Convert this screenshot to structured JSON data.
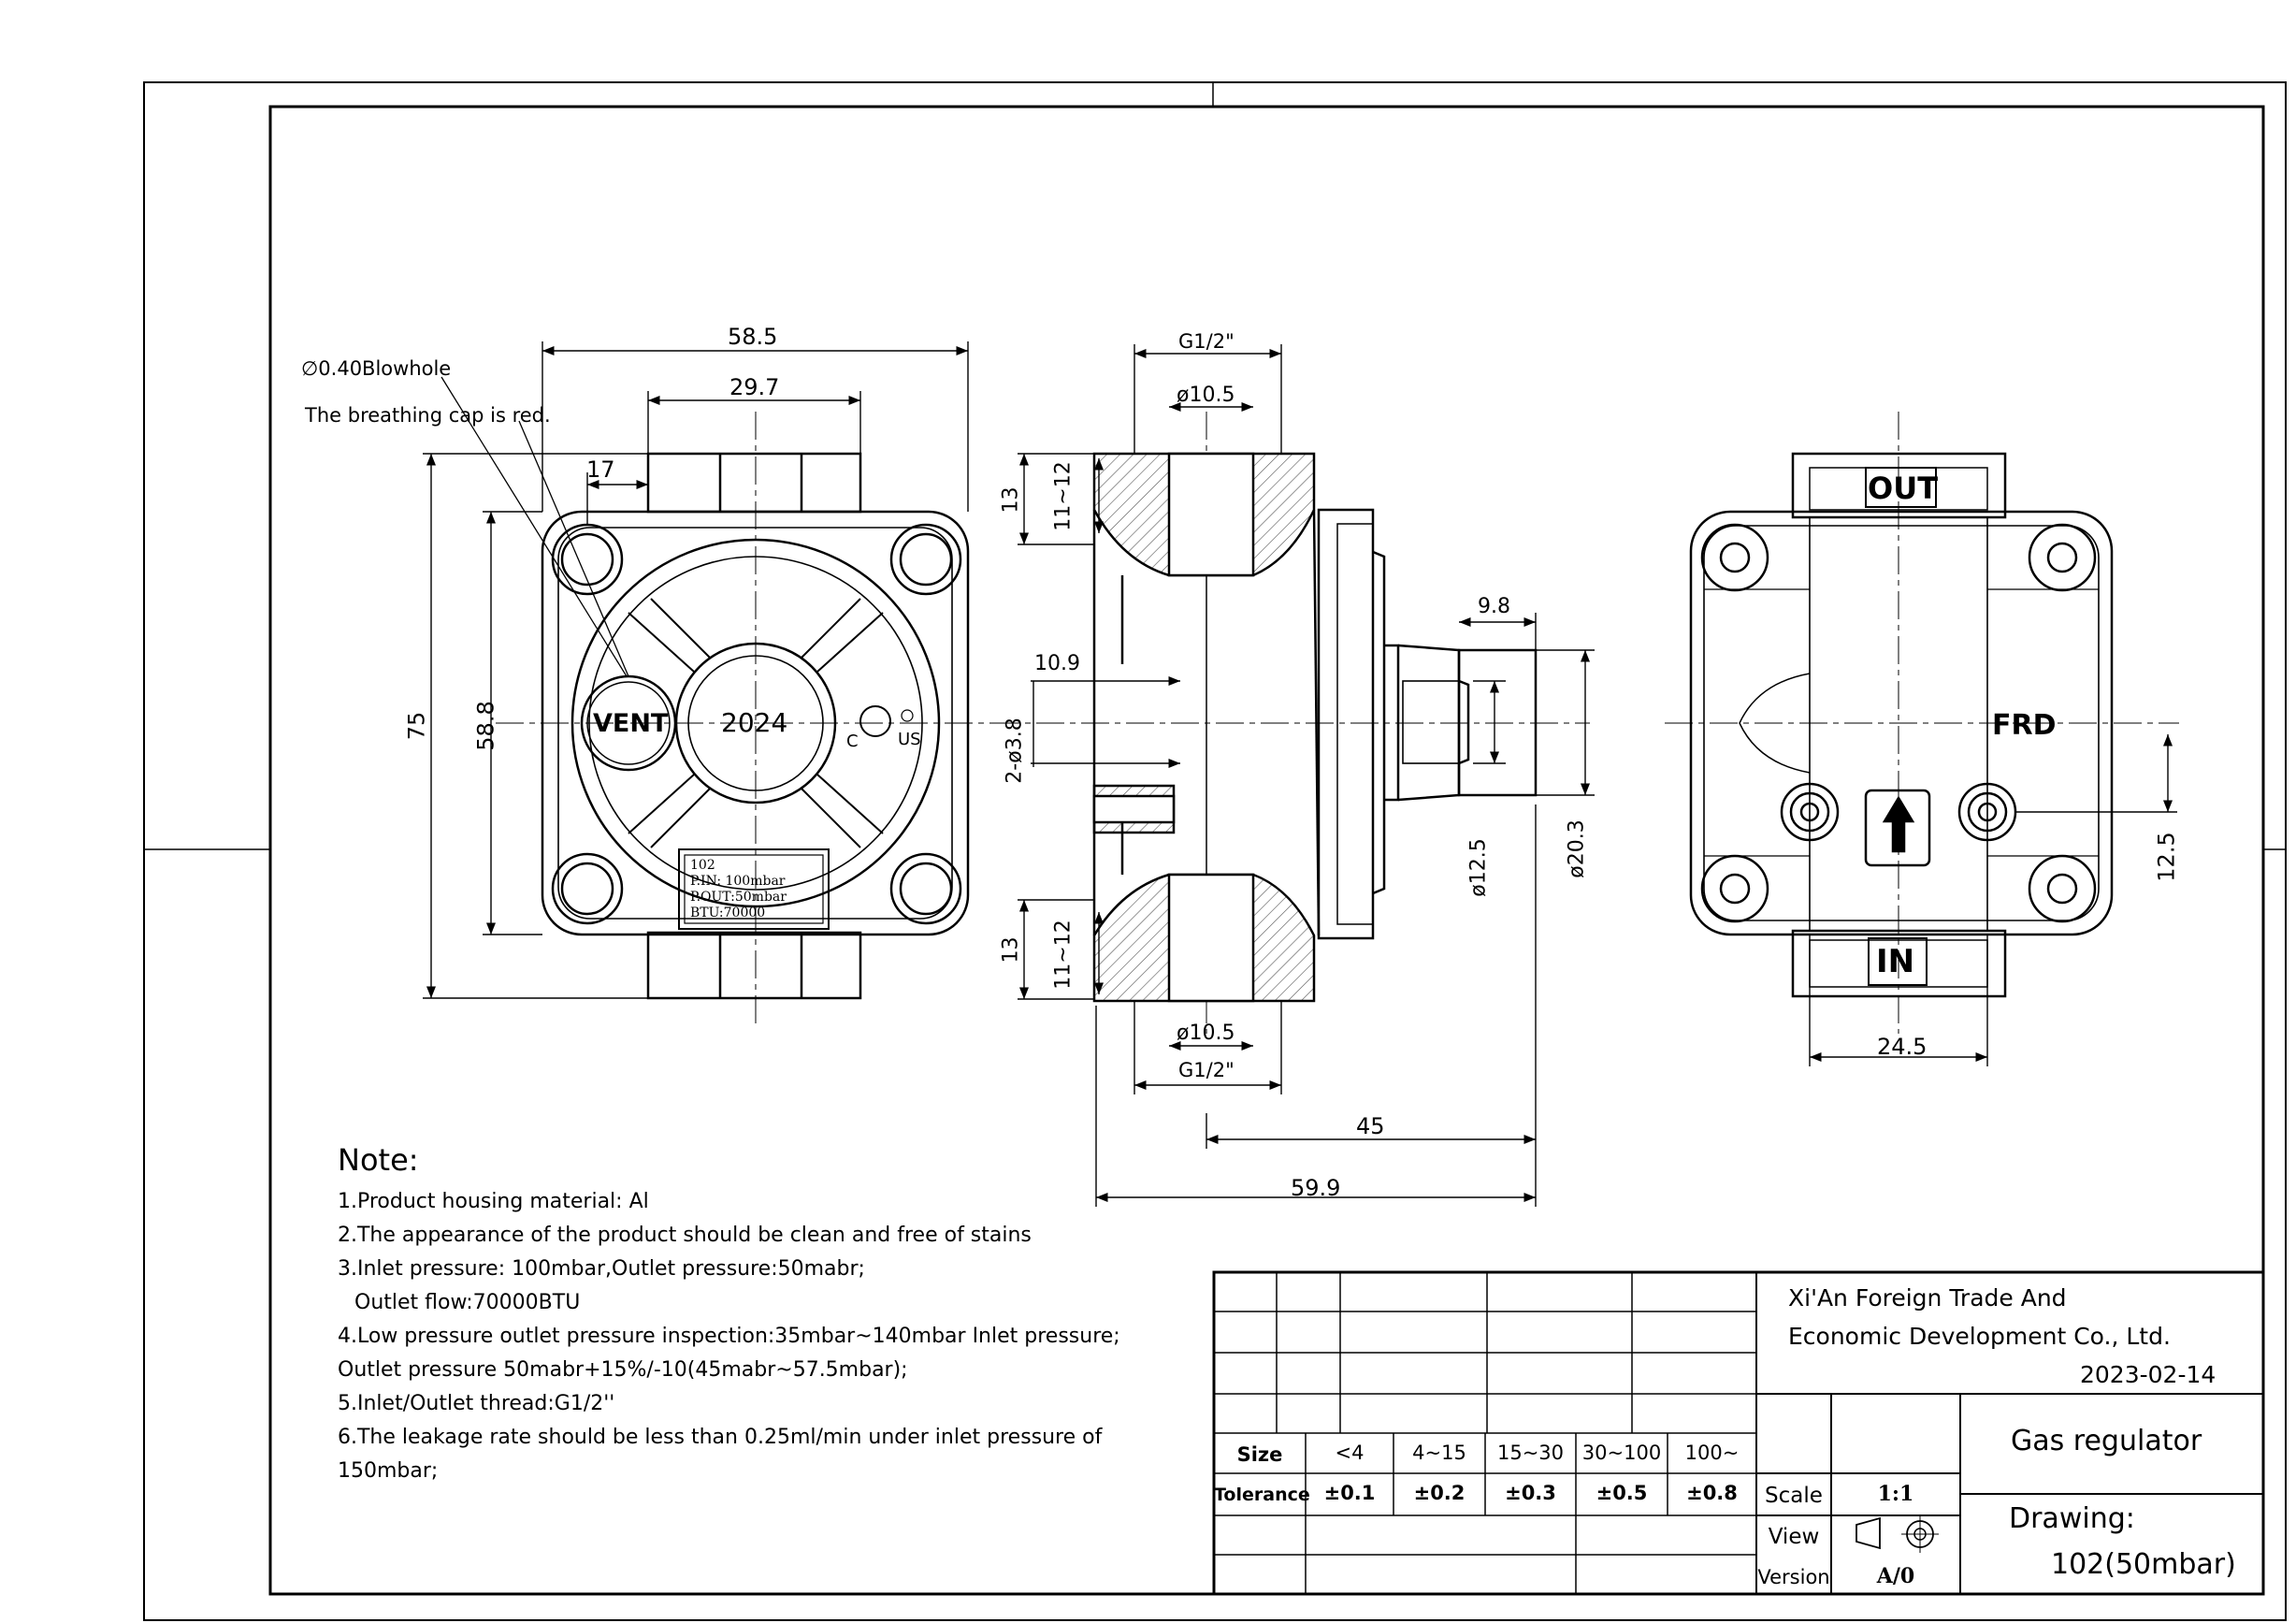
{
  "drawing": {
    "dimensions": {
      "overall_width": "58.5",
      "inner_width": "29.7",
      "offset": "17",
      "overall_height": "75",
      "hole_pitch": "58.8",
      "thread_top": "G1/2\"",
      "thread_bottom": "G1/2\"",
      "bore_top": "ø10.5",
      "bore_bottom": "ø10.5",
      "depth_a_top": "13",
      "depth_b_top": "11~12",
      "depth_a_bottom": "13",
      "depth_b_bottom": "11~12",
      "vent_offset": "10.9",
      "vent_holes": "2-ø3.8",
      "boss_len": "9.8",
      "boss_dia": "ø12.5",
      "body_dia": "ø20.3",
      "length_45": "45",
      "length_total": "59.9",
      "port_spacing": "24.5",
      "port_height": "12.5"
    },
    "callouts": {
      "blowhole": "∅0.40Blowhole",
      "breathing_cap": "The breathing cap is red."
    },
    "front_view": {
      "vent_label": "VENT",
      "center_label": "2024",
      "cert_c": "C",
      "cert_us": "US",
      "nameplate": [
        "102",
        "P.IN: 100mbar",
        "P.OUT:50mbar",
        "BTU:70000"
      ]
    },
    "back_view": {
      "out_label": "OUT",
      "in_label": "IN",
      "frd_label": "FRD"
    }
  },
  "notes": {
    "title": "Note:",
    "lines": [
      "1.Product housing material: Al",
      "2.The appearance of the product should be clean and free of stains",
      "3.Inlet pressure: 100mbar,Outlet pressure:50mabr;",
      "Outlet flow:70000BTU",
      "4.Low pressure outlet pressure inspection:35mbar~140mbar Inlet pressure;",
      "Outlet pressure 50mabr+15%/-10(45mabr~57.5mbar);",
      "5.Inlet/Outlet thread:G1/2''",
      "6.The leakage rate should be less than 0.25ml/min under inlet pressure of",
      "150mbar;"
    ]
  },
  "title_block": {
    "company_line1": "Xi'An Foreign Trade And",
    "company_line2": "Economic Development Co., Ltd.",
    "date": "2023-02-14",
    "part_name": "Gas regulator",
    "drawing_label": "Drawing:",
    "drawing_number": "102(50mbar)",
    "size_label": "Size",
    "tolerance_label": "Tolerance",
    "size_ranges": [
      "<4",
      "4~15",
      "15~30",
      "30~100",
      "100~"
    ],
    "tolerances": [
      "±0.1",
      "±0.2",
      "±0.3",
      "±0.5",
      "±0.8"
    ],
    "scale_label": "Scale",
    "scale_value": "1:1",
    "view_label": "View",
    "version_label": "Version",
    "version_value": "A/0"
  }
}
